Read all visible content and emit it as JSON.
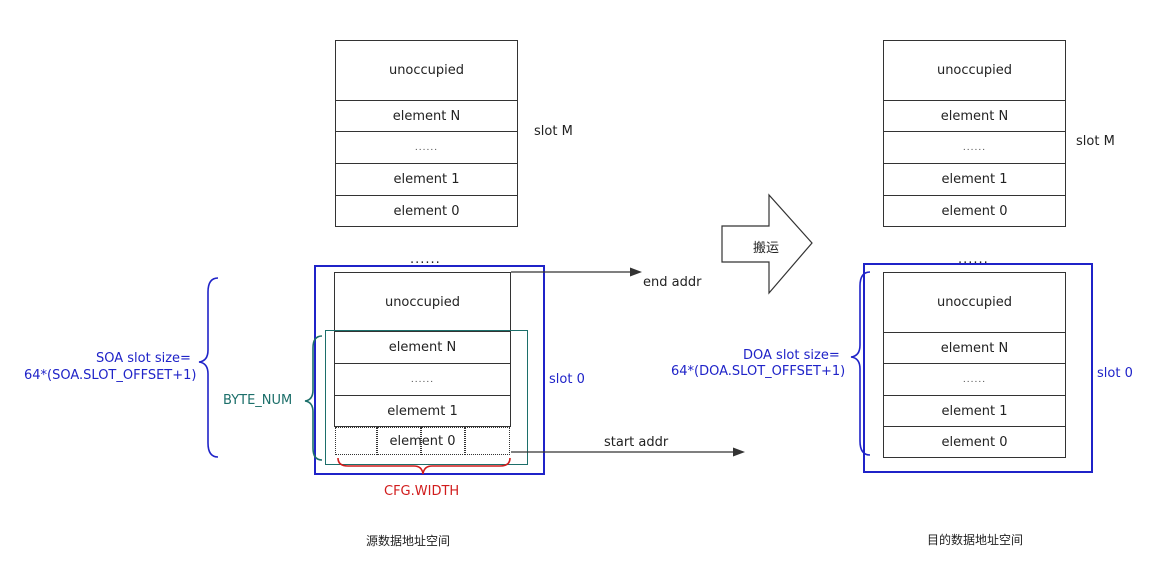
{
  "source": {
    "slot_m": {
      "cells": [
        "unoccupied",
        "element N",
        "......",
        "element 1",
        "element 0"
      ],
      "label": "slot M"
    },
    "gap": "......",
    "slot_0": {
      "cells": [
        "unoccupied",
        "element N",
        "......",
        "elememt 1",
        "element 0"
      ],
      "label": "slot 0"
    },
    "size_label_line1": "SOA slot size=",
    "size_label_line2": "64*(SOA.SLOT_OFFSET+1)",
    "byte_num": "BYTE_NUM",
    "cfg_width": "CFG.WIDTH",
    "end_addr": "end addr",
    "start_addr": "start addr",
    "caption": "源数据地址空间"
  },
  "transfer_label": "搬运",
  "destination": {
    "slot_m": {
      "cells": [
        "unoccupied",
        "element N",
        "......",
        "element 1",
        "element 0"
      ],
      "label": "slot M"
    },
    "gap": "......",
    "slot_0": {
      "cells": [
        "unoccupied",
        "element N",
        "......",
        "element 1",
        "element 0"
      ],
      "label": "slot 0"
    },
    "size_label_line1": "DOA slot size=",
    "size_label_line2": "64*(DOA.SLOT_OFFSET+1)",
    "caption": "目的数据地址空间"
  },
  "colors": {
    "slot_frame": "#1f23c8",
    "byte_num": "#1c6f6a",
    "cfg_width": "#d11c1c"
  }
}
